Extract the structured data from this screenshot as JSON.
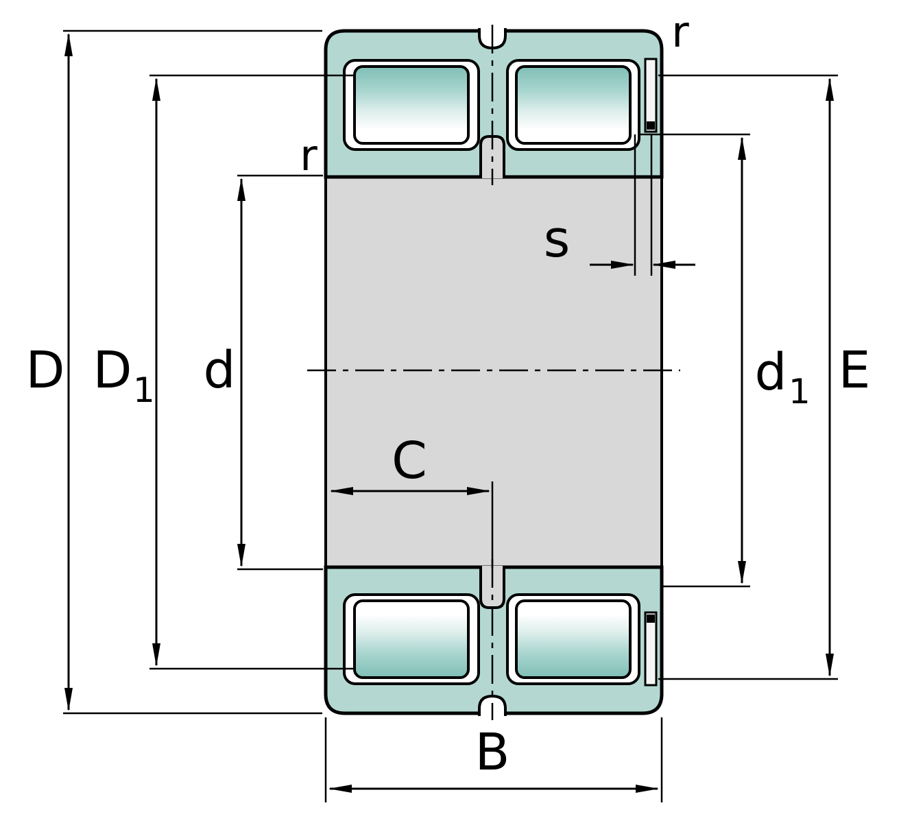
{
  "figure": {
    "type": "technical-drawing",
    "subject": "double-row full-complement cylindrical roller bearing cross-section with dimension annotations",
    "background": "#ffffff",
    "colors": {
      "ring_teal": "#b4d8d1",
      "roller_teal_dark": "#7fbfb6",
      "roller_highlight": "#ffffff",
      "body_gray": "#d8d8d8",
      "outline_black": "#000000"
    },
    "dimensions": {
      "D": {
        "label": "D"
      },
      "D1": {
        "label": "D",
        "sub": "1"
      },
      "d": {
        "label": "d"
      },
      "d1": {
        "label": "d",
        "sub": "1"
      },
      "E": {
        "label": "E"
      },
      "B": {
        "label": "B"
      },
      "C": {
        "label": "C"
      },
      "s": {
        "label": "s"
      },
      "r_outer": {
        "label": "r"
      },
      "r_inner": {
        "label": "r"
      }
    }
  }
}
